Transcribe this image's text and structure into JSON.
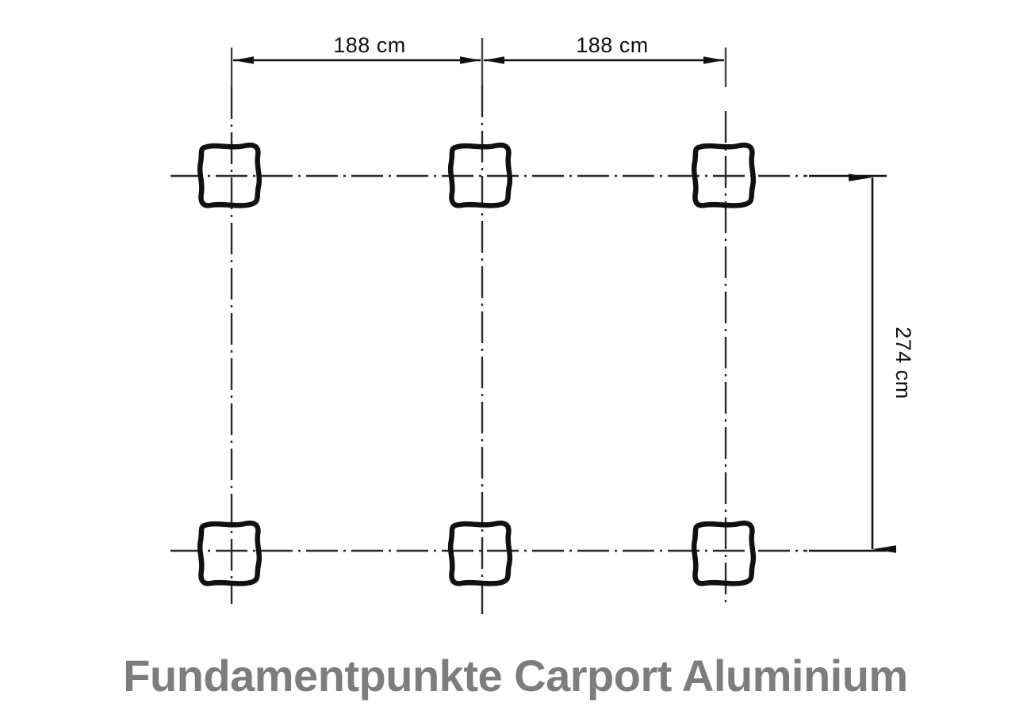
{
  "drawing": {
    "type": "technical-dimension-drawing",
    "title": "Fundamentpunkte Carport Aluminium",
    "background_color": "#ffffff",
    "line_color": "#111111",
    "title_color": "#7d7d7d",
    "dimensions": {
      "horizontal_left": {
        "label": "188 cm",
        "value": 188,
        "unit": "cm",
        "orientation": "horizontal"
      },
      "horizontal_right": {
        "label": "188 cm",
        "value": 188,
        "unit": "cm",
        "orientation": "horizontal"
      },
      "vertical_right": {
        "label": "274 cm",
        "value": 274,
        "unit": "cm",
        "orientation": "vertical"
      }
    },
    "foundation_points": [
      {
        "id": "post-top-left",
        "row": "top",
        "column": "left"
      },
      {
        "id": "post-top-center",
        "row": "top",
        "column": "center"
      },
      {
        "id": "post-top-right",
        "row": "top",
        "column": "right"
      },
      {
        "id": "post-bottom-left",
        "row": "bottom",
        "column": "left"
      },
      {
        "id": "post-bottom-center",
        "row": "bottom",
        "column": "center"
      },
      {
        "id": "post-bottom-right",
        "row": "bottom",
        "column": "right"
      }
    ],
    "post_count": 6,
    "grid": {
      "columns": 3,
      "rows": 2,
      "column_spacing_label": "188 cm",
      "row_spacing_label": "274 cm"
    }
  }
}
